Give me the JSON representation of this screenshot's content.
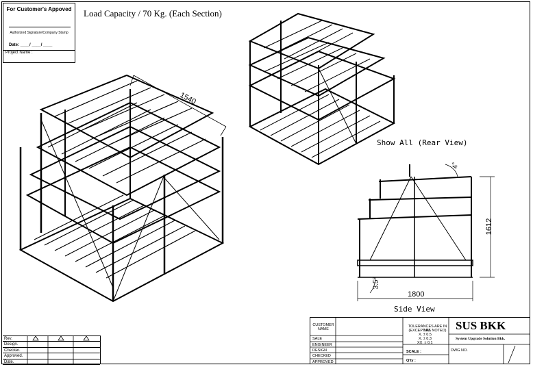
{
  "approval": {
    "title": "For Customer's Appoved",
    "signature_label": "Authorized Signature/Company Stamp",
    "date_label": "Date: ____/ ____/ ____",
    "project_label": "Project Name :"
  },
  "load_capacity": "Load Capacity / 70 Kg. (Each Section)",
  "views": {
    "rear_label": "Show All (Rear View)",
    "side_label": "Side View"
  },
  "dimensions": {
    "length": "1540",
    "height": "1612",
    "width": "1800",
    "top_angle": "4°",
    "bottom_angle": "3.5°"
  },
  "revision": {
    "rows": [
      "Rev.",
      "Design.",
      "Checker.",
      "Approved.",
      "Date."
    ]
  },
  "title_block": {
    "customer_name": "CUSTOMER NAME",
    "sale": "SALE",
    "engineer": "ENGINEER",
    "design": "DESIGN",
    "checked": "CHECKED",
    "approved": "APPROVED",
    "tolerances_title": "TOLERANCES ARE IN MM.",
    "tolerances_sub": "(EXCEPT AS NOTED)",
    "tol_x": "X.  ±  0.5",
    "tol_xx": "X.  ±  0.3",
    "tol_xxx": "XX.  ±  0.1",
    "scale": "SCALE :",
    "qty": "Q'ty :",
    "company": "SUS BKK",
    "company_full": "System Upgrade Solution Bkk.",
    "dwg_no": "DWG NO."
  }
}
